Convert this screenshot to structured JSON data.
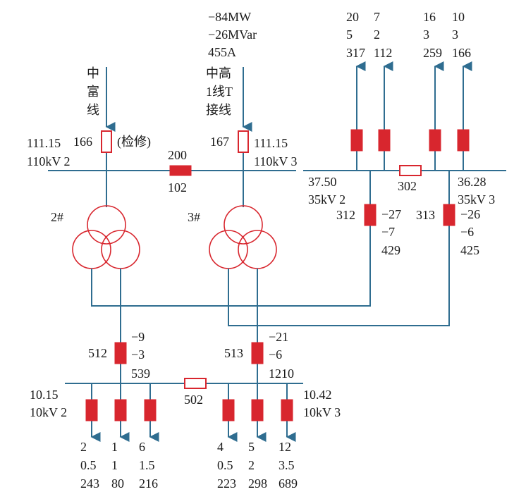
{
  "colors": {
    "line": "#2f6d90",
    "breaker": "#d8262e",
    "text": "#1a1a1a",
    "background": "#ffffff"
  },
  "incoming_lines": {
    "zhongfu": {
      "name_chars": [
        "中",
        "富",
        "线"
      ]
    },
    "zhonggao": {
      "name_lines": [
        "中高",
        "1线T",
        "接线"
      ],
      "readings": [
        "−84MW",
        "−26MVar",
        "455A"
      ]
    }
  },
  "bus_110": {
    "left": {
      "voltage": "111.15",
      "name": "110kV 2"
    },
    "right": {
      "voltage": "111.15",
      "name": "110kV 3"
    },
    "tie_number_top": "200",
    "tie_number_bottom": "102"
  },
  "breakers_110": {
    "b166": {
      "number": "166",
      "status_note": "(检修)"
    },
    "b167": {
      "number": "167"
    }
  },
  "transformers": {
    "t2": {
      "label": "2#"
    },
    "t3": {
      "label": "3#"
    }
  },
  "bus_35": {
    "left": {
      "voltage": "37.50",
      "name": "35kV 2"
    },
    "right": {
      "voltage": "36.28",
      "name": "35kV 3"
    },
    "tie_number": "302",
    "feeders": [
      {
        "values": [
          "20",
          "5",
          "317"
        ]
      },
      {
        "values": [
          "7",
          "2",
          "112"
        ]
      },
      {
        "values": [
          "16",
          "3",
          "259"
        ]
      },
      {
        "values": [
          "10",
          "3",
          "166"
        ]
      }
    ],
    "b312": {
      "number": "312",
      "values": [
        "−27",
        "−7",
        "429"
      ]
    },
    "b313": {
      "number": "313",
      "values": [
        "−26",
        "−6",
        "425"
      ]
    }
  },
  "bus_10": {
    "left": {
      "voltage": "10.15",
      "name": "10kV 2"
    },
    "right": {
      "voltage": "10.42",
      "name": "10kV 3"
    },
    "tie_number": "502",
    "b512": {
      "number": "512",
      "values": [
        "−9",
        "−3",
        "539"
      ]
    },
    "b513": {
      "number": "513",
      "values": [
        "−21",
        "−6",
        "1210"
      ]
    },
    "feeders": [
      {
        "values": [
          "2",
          "0.5",
          "243"
        ]
      },
      {
        "values": [
          "1",
          "1",
          "80"
        ]
      },
      {
        "values": [
          "6",
          "1.5",
          "216"
        ]
      },
      {
        "values": [
          "4",
          "0.5",
          "223"
        ]
      },
      {
        "values": [
          "5",
          "2",
          "298"
        ]
      },
      {
        "values": [
          "12",
          "3.5",
          "689"
        ]
      }
    ]
  }
}
